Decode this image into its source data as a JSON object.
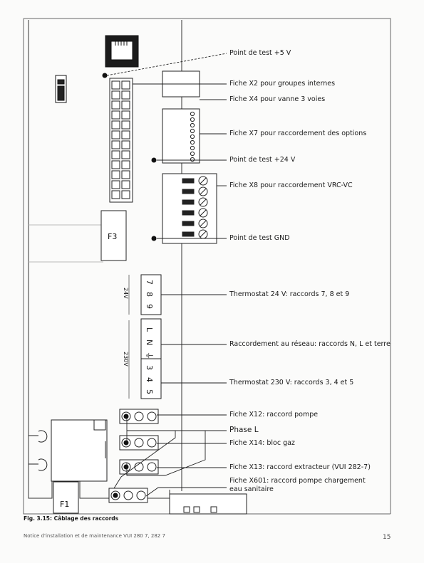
{
  "labels": {
    "test_5v": "Point de test +5 V",
    "x2": "Fiche X2 pour groupes internes",
    "x4": "Fiche X4 pour vanne 3 voies",
    "x7": "Fiche X7 pour raccordement des options",
    "test_24v": "Point de test +24 V",
    "x8": "Fiche X8 pour raccordement VRC-VC",
    "test_gnd": "Point de test GND",
    "therm24": "Thermostat 24 V: raccords 7, 8 et 9",
    "reseau": "Raccordement au réseau: raccords N, L et terre",
    "therm230": "Thermostat 230 V: raccords 3, 4 et 5",
    "x12": "Fiche X12: raccord pompe",
    "phase": "Phase L",
    "x14": "Fiche X14: bloc gaz",
    "x13": "Fiche X13: raccord extracteur (VUI 282-7)",
    "x601_line1": "Fiche X601: raccord pompe chargement",
    "x601_line2": "eau sanitaire"
  },
  "board": {
    "fuse_f3": "F3",
    "fuse_f1": "F1",
    "volt_24": "24V",
    "volt_230": "230V",
    "terminals_24": [
      "7",
      "8",
      "9"
    ],
    "terminals_mains": [
      "L",
      "N",
      "⏚"
    ],
    "terminals_230": [
      "3",
      "4",
      "5"
    ]
  },
  "caption": "Fig. 3.15: Câblage des raccords",
  "footer": "Notice d'installation et de maintenance VUI 280 7, 282 7",
  "page_number": "15"
}
